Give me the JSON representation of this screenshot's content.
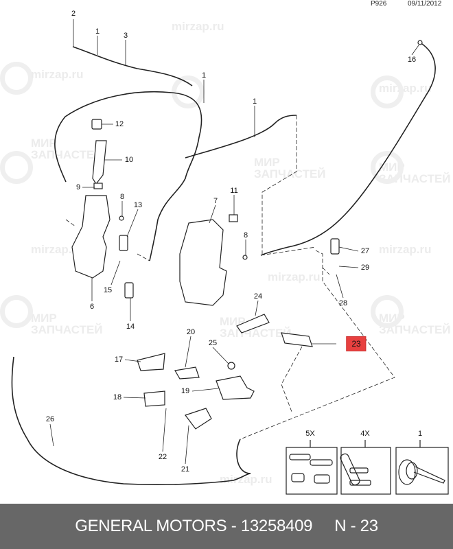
{
  "header": {
    "page_code": "P926",
    "date": "09/11/2012"
  },
  "watermark": {
    "site": "mirzap.ru",
    "brand_line1": "МИР",
    "brand_line2": "ЗАПЧАСТЕЙ"
  },
  "callouts": [
    "2",
    "1",
    "3",
    "1",
    "1",
    "16",
    "12",
    "10",
    "9",
    "8",
    "13",
    "11",
    "7",
    "8",
    "27",
    "29",
    "15",
    "14",
    "6",
    "28",
    "24",
    "23",
    "20",
    "25",
    "17",
    "19",
    "18",
    "22",
    "21",
    "26"
  ],
  "highlighted_part": "23",
  "insets": [
    {
      "qty": "5X"
    },
    {
      "qty": "4X"
    },
    {
      "qty": "1"
    }
  ],
  "footer": {
    "title": "GENERAL MOTORS - 13258409",
    "ref": "N - 23"
  },
  "colors": {
    "highlight": "#e8403f",
    "footer_bg": "#676767"
  }
}
